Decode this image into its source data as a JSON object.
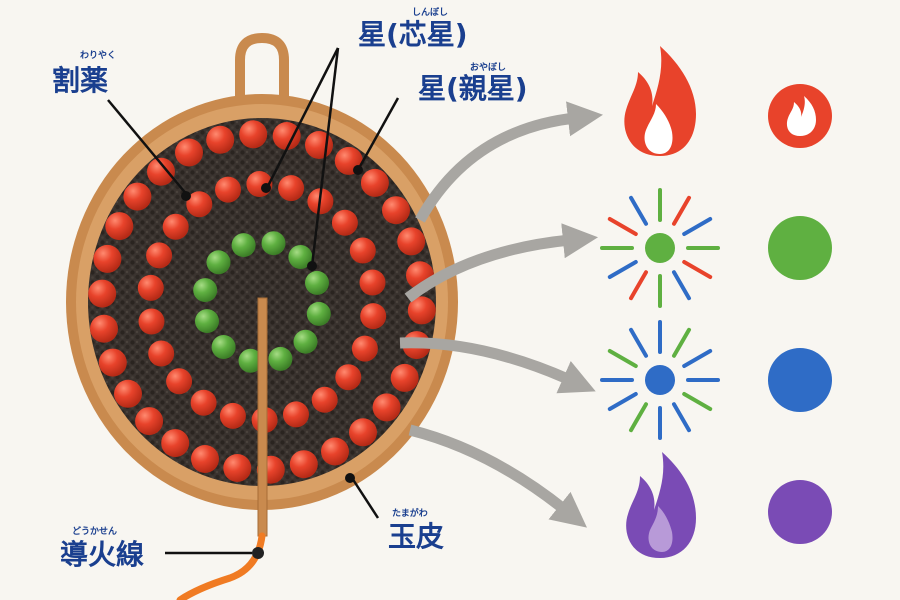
{
  "labels": {
    "warigusuri": {
      "text": "割薬",
      "ruby": "わりやく"
    },
    "hoshi_shin": {
      "text": "星(芯星)",
      "ruby": "しんぼし"
    },
    "hoshi_oya": {
      "text": "星(親星)",
      "ruby": "おやぼし"
    },
    "dokasen": {
      "text": "導火線",
      "ruby": "どうかせん"
    },
    "tamagawa": {
      "text": "玉皮",
      "ruby": "たまがわ"
    }
  },
  "colors": {
    "shell": "#c98a4e",
    "shell_inner": "#3a332f",
    "star_red": "#e8432b",
    "star_green": "#5fb041",
    "star_blue": "#2f6cc6",
    "star_purple": "#7a4bb5",
    "arrow": "#a8a6a2",
    "fuse": "#c98a4e",
    "fuse_lit": "#f07b23",
    "label": "#1a3f8f"
  },
  "effects": [
    {
      "name": "red-flame",
      "icon": "flame-icon",
      "color": "#e8432b"
    },
    {
      "name": "green-burst",
      "icon": "starburst-icon",
      "color": "#5fb041"
    },
    {
      "name": "blue-burst",
      "icon": "starburst-icon",
      "color": "#2f6cc6"
    },
    {
      "name": "purple-flame",
      "icon": "flame-icon",
      "color": "#7a4bb5"
    }
  ]
}
